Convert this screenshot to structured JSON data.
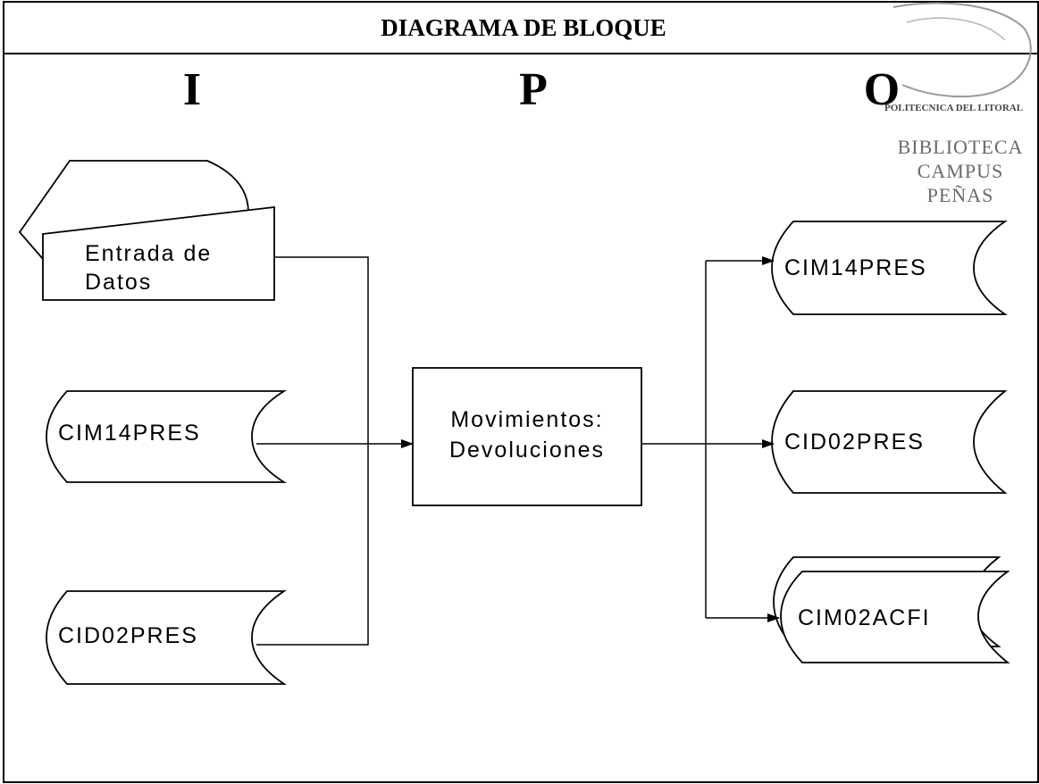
{
  "title": "DIAGRAMA DE BLOQUE",
  "columns": {
    "input": "I",
    "process": "P",
    "output": "O"
  },
  "inputs": {
    "manual_input": {
      "line1": "Entrada de",
      "line2": "Datos"
    },
    "file1": "CIM14PRES",
    "file2": "CID02PRES"
  },
  "process": {
    "line1": "Movimientos:",
    "line2": "Devoluciones"
  },
  "outputs": {
    "file1": "CIM14PRES",
    "file2": "CID02PRES",
    "file3": "CIM02ACFI"
  },
  "stamp": {
    "line1": "POLITECNICA DEL LITORAL",
    "line2": "BIBLIOTECA",
    "line3": "CAMPUS",
    "line4": "PEÑAS"
  }
}
